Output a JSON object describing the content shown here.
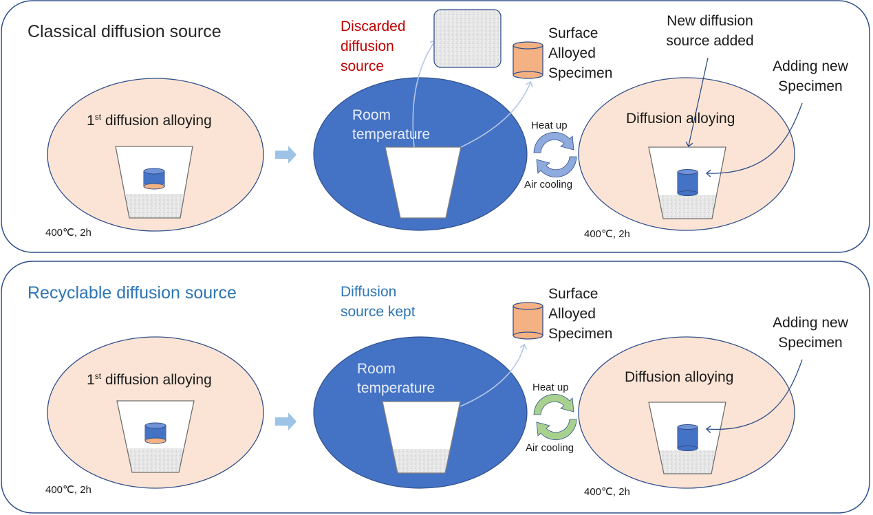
{
  "colors": {
    "panel_border": "#2f4f8a",
    "furnace_fill": "#fbe4d5",
    "room_fill": "#4472c4",
    "crucible_border": "#7f7f7f",
    "specimen_blue": "#4472c4",
    "specimen_orange": "#f4b183",
    "powder": "#e4e4e4",
    "classical_title": "#262626",
    "recyclable_title": "#2e75b6",
    "discarded_label": "#c00000",
    "kept_label": "#2e75b6",
    "cycle_blue": "#8faadc",
    "cycle_green": "#a9d18e",
    "stage_arrow": "#9dc3e6",
    "flow_arrow": "#b4c7e7",
    "pointer_arrow": "#2f4f8a"
  },
  "panels": [
    {
      "title": "Classical diffusion source",
      "stage1": {
        "label_main": "1",
        "label_sup": "st",
        "label_rest": " diffusion alloying",
        "condition": "400℃, 2h"
      },
      "stage_arrow_icon": "right-arrow-icon",
      "room": {
        "line1": "Room",
        "line2": "temperature"
      },
      "source_fate": {
        "lines": [
          "Discarded",
          "diffusion",
          "source"
        ]
      },
      "product": {
        "lines": [
          "Surface",
          "Alloyed",
          "Specimen"
        ]
      },
      "cycle": {
        "heat": "Heat up",
        "cool": "Air cooling"
      },
      "stage2": {
        "label": "Diffusion alloying",
        "condition": "400℃, 2h"
      },
      "new_source_note": {
        "lines": [
          "New diffusion",
          "source added"
        ]
      },
      "new_specimen_note": {
        "lines": [
          "Adding new",
          "Specimen"
        ]
      }
    },
    {
      "title": "Recyclable diffusion source",
      "stage1": {
        "label_main": "1",
        "label_sup": "st",
        "label_rest": " diffusion alloying",
        "condition": "400℃, 2h"
      },
      "stage_arrow_icon": "right-arrow-icon",
      "room": {
        "line1": "Room",
        "line2": "temperature"
      },
      "source_fate": {
        "lines": [
          "Diffusion",
          "source kept"
        ]
      },
      "product": {
        "lines": [
          "Surface",
          "Alloyed",
          "Specimen"
        ]
      },
      "cycle": {
        "heat": "Heat up",
        "cool": "Air cooling"
      },
      "stage2": {
        "label": "Diffusion alloying",
        "condition": "400℃, 2h"
      },
      "new_specimen_note": {
        "lines": [
          "Adding new",
          "Specimen"
        ]
      }
    }
  ]
}
